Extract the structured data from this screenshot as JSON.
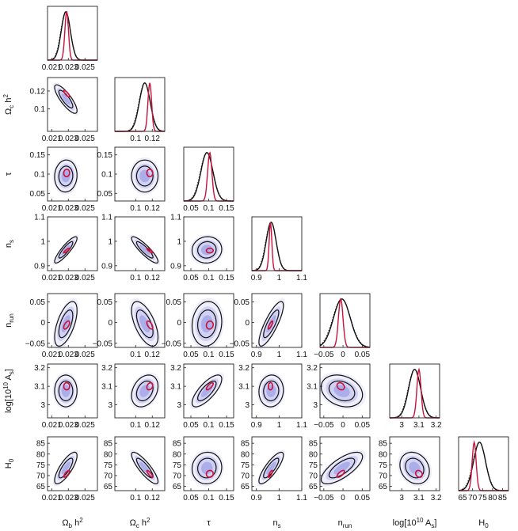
{
  "chart_data": {
    "type": "corner",
    "parameters": [
      {
        "key": "obh2",
        "label": "Ωb h2",
        "range": [
          0.0205,
          0.0265
        ],
        "ticks": [
          0.021,
          0.023,
          0.025
        ],
        "tick_labels": [
          "0.021",
          "0.023",
          "0.025"
        ],
        "mean_wide": 0.0227,
        "sd_wide": 0.00055,
        "mean_narrow": 0.0228,
        "sd_narrow": 0.00022
      },
      {
        "key": "och2",
        "label": "Ωc h2",
        "range": [
          0.075,
          0.135
        ],
        "ticks": [
          0.1,
          0.12
        ],
        "tick_labels": [
          "0.1",
          "0.12"
        ],
        "mean_wide": 0.111,
        "sd_wide": 0.0065,
        "mean_narrow": 0.117,
        "sd_narrow": 0.0022
      },
      {
        "key": "tau",
        "label": "τ",
        "range": [
          0.03,
          0.17
        ],
        "ticks": [
          0.05,
          0.1,
          0.15
        ],
        "tick_labels": [
          "0.05",
          "0.1",
          "0.15"
        ],
        "mean_wide": 0.095,
        "sd_wide": 0.017,
        "mean_narrow": 0.103,
        "sd_narrow": 0.006
      },
      {
        "key": "ns",
        "label": "ns",
        "range": [
          0.88,
          1.1
        ],
        "ticks": [
          0.9,
          1,
          1.1
        ],
        "tick_labels": [
          "0.9",
          "1",
          "1.1"
        ],
        "mean_wide": 0.965,
        "sd_wide": 0.022,
        "mean_narrow": 0.962,
        "sd_narrow": 0.006
      },
      {
        "key": "nrun",
        "label": "nrun",
        "range": [
          -0.06,
          0.07
        ],
        "ticks": [
          -0.05,
          0,
          0.05
        ],
        "tick_labels": [
          "−0.05",
          "0",
          "0.05"
        ],
        "mean_wide": -0.003,
        "sd_wide": 0.022,
        "mean_narrow": -0.006,
        "sd_narrow": 0.006
      },
      {
        "key": "logA",
        "label": "log[1010 As]",
        "range": [
          2.93,
          3.22
        ],
        "ticks": [
          3,
          3.1,
          3.2
        ],
        "tick_labels": [
          "3",
          "3.1",
          "3.2"
        ],
        "mean_wide": 3.075,
        "sd_wide": 0.035,
        "mean_narrow": 3.1,
        "sd_narrow": 0.012
      },
      {
        "key": "H0",
        "label": "H0",
        "range": [
          63,
          88
        ],
        "ticks": [
          65,
          70,
          75,
          80,
          85
        ],
        "tick_labels": [
          "65",
          "70",
          "75",
          "80",
          "85"
        ],
        "mean_wide": 73.5,
        "sd_wide": 3.0,
        "mean_narrow": 70.8,
        "sd_narrow": 1.0
      }
    ],
    "correlations": [
      {
        "i": 1,
        "j": 0,
        "rho": -0.82
      },
      {
        "i": 2,
        "j": 0,
        "rho": 0.05
      },
      {
        "i": 2,
        "j": 1,
        "rho": 0.0
      },
      {
        "i": 3,
        "j": 0,
        "rho": 0.88
      },
      {
        "i": 3,
        "j": 1,
        "rho": -0.88
      },
      {
        "i": 3,
        "j": 2,
        "rho": 0.05
      },
      {
        "i": 4,
        "j": 0,
        "rho": 0.6
      },
      {
        "i": 4,
        "j": 1,
        "rho": -0.6
      },
      {
        "i": 4,
        "j": 2,
        "rho": 0.1
      },
      {
        "i": 4,
        "j": 3,
        "rho": 0.82
      },
      {
        "i": 5,
        "j": 0,
        "rho": 0.0
      },
      {
        "i": 5,
        "j": 1,
        "rho": 0.3
      },
      {
        "i": 5,
        "j": 2,
        "rho": 0.75
      },
      {
        "i": 5,
        "j": 3,
        "rho": 0.05
      },
      {
        "i": 5,
        "j": 4,
        "rho": -0.25
      },
      {
        "i": 6,
        "j": 0,
        "rho": 0.78
      },
      {
        "i": 6,
        "j": 1,
        "rho": -0.85
      },
      {
        "i": 6,
        "j": 2,
        "rho": 0.05
      },
      {
        "i": 6,
        "j": 3,
        "rho": 0.82
      },
      {
        "i": 6,
        "j": 4,
        "rho": 0.72
      },
      {
        "i": 6,
        "j": 5,
        "rho": -0.2
      }
    ],
    "colors": {
      "contour_wide": "#111111",
      "contour_narrow": "#c8123c",
      "density_fill": "#4a4fd0",
      "mean_likelihood_dotted": "#333333"
    },
    "grid": false,
    "legend": "none"
  }
}
